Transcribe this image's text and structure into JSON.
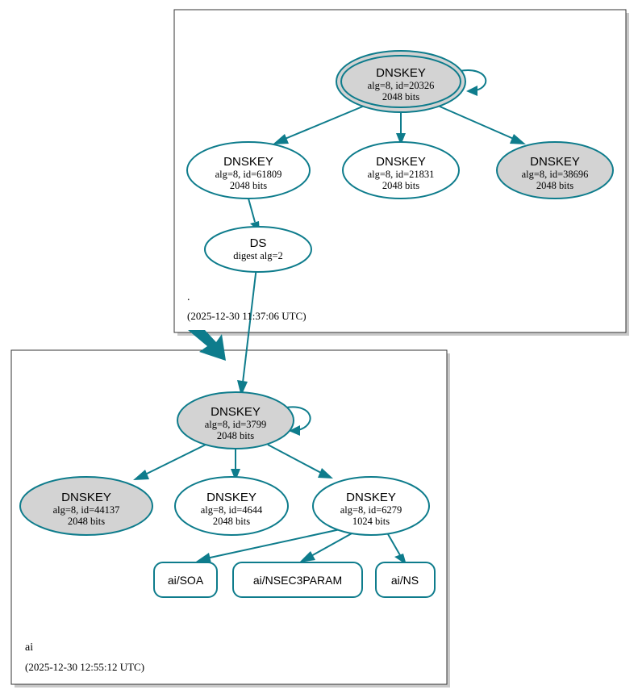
{
  "diagram": {
    "type": "dnssec-authentication-chain",
    "colors": {
      "accent": "#0e7c8c",
      "node_fill_secure": "#d3d3d3",
      "node_fill_plain": "#ffffff",
      "box_border": "#333333",
      "box_shadow": "#c8c8c8"
    }
  },
  "zones": [
    {
      "id": "root",
      "name": ".",
      "timestamp": "(2025-12-30 11:37:06 UTC)"
    },
    {
      "id": "ai",
      "name": "ai",
      "timestamp": "(2025-12-30 12:55:12 UTC)"
    }
  ],
  "nodes": {
    "root_ksk": {
      "type": "DNSKEY",
      "title": "DNSKEY",
      "line2": "alg=8, id=20326",
      "line3": "2048 bits",
      "alg": 8,
      "key_id": 20326,
      "bits": 2048,
      "fill": "gray",
      "double_border": true,
      "self_signed": true
    },
    "root_zsk_61809": {
      "type": "DNSKEY",
      "title": "DNSKEY",
      "line2": "alg=8, id=61809",
      "line3": "2048 bits",
      "alg": 8,
      "key_id": 61809,
      "bits": 2048,
      "fill": "white",
      "double_border": false,
      "self_signed": false
    },
    "root_zsk_21831": {
      "type": "DNSKEY",
      "title": "DNSKEY",
      "line2": "alg=8, id=21831",
      "line3": "2048 bits",
      "alg": 8,
      "key_id": 21831,
      "bits": 2048,
      "fill": "white",
      "double_border": false,
      "self_signed": false
    },
    "root_zsk_38696": {
      "type": "DNSKEY",
      "title": "DNSKEY",
      "line2": "alg=8, id=38696",
      "line3": "2048 bits",
      "alg": 8,
      "key_id": 38696,
      "bits": 2048,
      "fill": "gray",
      "double_border": false,
      "self_signed": false
    },
    "ds": {
      "type": "DS",
      "title": "DS",
      "line2": "digest alg=2",
      "line3": "",
      "digest_alg": 2,
      "fill": "white",
      "double_border": false,
      "self_signed": false
    },
    "ai_ksk_3799": {
      "type": "DNSKEY",
      "title": "DNSKEY",
      "line2": "alg=8, id=3799",
      "line3": "2048 bits",
      "alg": 8,
      "key_id": 3799,
      "bits": 2048,
      "fill": "gray",
      "double_border": false,
      "self_signed": true
    },
    "ai_key_44137": {
      "type": "DNSKEY",
      "title": "DNSKEY",
      "line2": "alg=8, id=44137",
      "line3": "2048 bits",
      "alg": 8,
      "key_id": 44137,
      "bits": 2048,
      "fill": "gray",
      "double_border": false,
      "self_signed": false
    },
    "ai_key_4644": {
      "type": "DNSKEY",
      "title": "DNSKEY",
      "line2": "alg=8, id=4644",
      "line3": "2048 bits",
      "alg": 8,
      "key_id": 4644,
      "bits": 2048,
      "fill": "white",
      "double_border": false,
      "self_signed": false
    },
    "ai_zsk_6279": {
      "type": "DNSKEY",
      "title": "DNSKEY",
      "line2": "alg=8, id=6279",
      "line3": "1024 bits",
      "alg": 8,
      "key_id": 6279,
      "bits": 1024,
      "fill": "white",
      "double_border": false,
      "self_signed": false
    },
    "rr_soa": {
      "type": "RRset",
      "label": "ai/SOA"
    },
    "rr_nsec3param": {
      "type": "RRset",
      "label": "ai/NSEC3PARAM"
    },
    "rr_ns": {
      "type": "RRset",
      "label": "ai/NS"
    }
  },
  "edges": [
    {
      "from": "root_ksk",
      "to": "root_ksk",
      "kind": "self-signature"
    },
    {
      "from": "root_ksk",
      "to": "root_zsk_61809",
      "kind": "signature"
    },
    {
      "from": "root_ksk",
      "to": "root_zsk_21831",
      "kind": "signature"
    },
    {
      "from": "root_ksk",
      "to": "root_zsk_38696",
      "kind": "signature"
    },
    {
      "from": "root_zsk_61809",
      "to": "ds",
      "kind": "signature"
    },
    {
      "from": "ds",
      "to": "ai_ksk_3799",
      "kind": "delegation-digest"
    },
    {
      "from": "root",
      "to": "ai",
      "kind": "zone-delegation"
    },
    {
      "from": "ai_ksk_3799",
      "to": "ai_ksk_3799",
      "kind": "self-signature"
    },
    {
      "from": "ai_ksk_3799",
      "to": "ai_key_44137",
      "kind": "signature"
    },
    {
      "from": "ai_ksk_3799",
      "to": "ai_key_4644",
      "kind": "signature"
    },
    {
      "from": "ai_ksk_3799",
      "to": "ai_zsk_6279",
      "kind": "signature"
    },
    {
      "from": "ai_zsk_6279",
      "to": "rr_soa",
      "kind": "signature"
    },
    {
      "from": "ai_zsk_6279",
      "to": "rr_nsec3param",
      "kind": "signature"
    },
    {
      "from": "ai_zsk_6279",
      "to": "rr_ns",
      "kind": "signature"
    }
  ]
}
